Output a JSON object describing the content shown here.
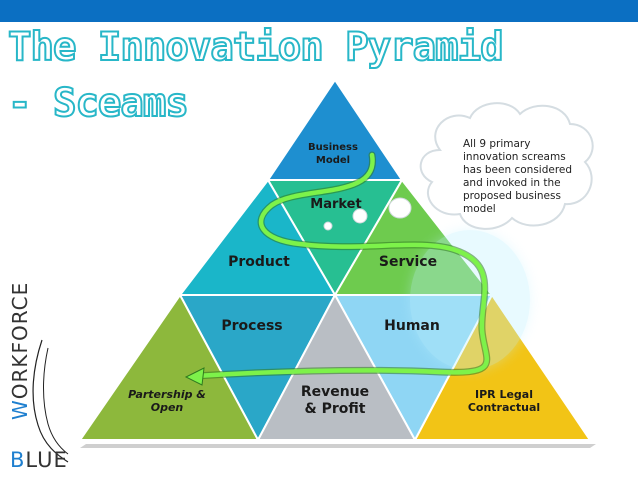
{
  "title": {
    "line1": "The Innovation Pyramid",
    "line2": "- Sceams"
  },
  "pyramid": {
    "business_model": [
      "Business",
      "Model"
    ],
    "market": "Market",
    "product": "Product",
    "service": "Service",
    "process": "Process",
    "human": "Human",
    "partnership": [
      "Partership &",
      "Open"
    ],
    "revenue": [
      "Revenue",
      "& Profit"
    ],
    "ipr": [
      "IPR Legal",
      "Contractual"
    ]
  },
  "callout": {
    "lines": [
      "All 9 primary",
      "innovation screams",
      "has been considered",
      "and invoked in the",
      "proposed business",
      "model"
    ]
  },
  "logo": {
    "word1": "ORKFORCE",
    "word1_initial": "W",
    "word2_initial": "B",
    "word2": "LUE"
  },
  "colors": {
    "header_bar": "#0b6fc2",
    "title_outline": "#28b7c8",
    "flow_arrow": "#7df24a"
  }
}
